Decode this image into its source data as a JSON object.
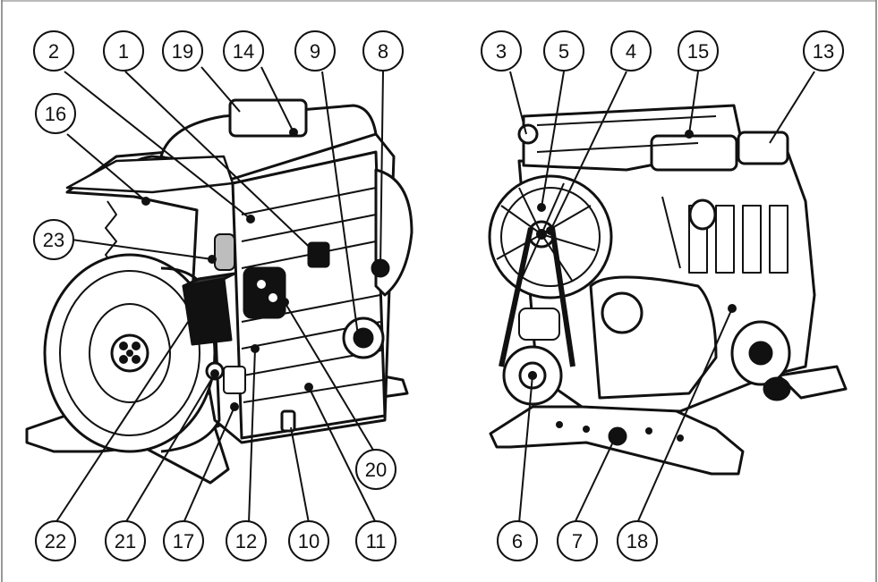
{
  "callouts_left": [
    "2",
    "1",
    "19",
    "14",
    "9",
    "8",
    "16",
    "23",
    "22",
    "21",
    "17",
    "12",
    "10",
    "11",
    "20"
  ],
  "callouts_right": [
    "3",
    "5",
    "4",
    "15",
    "13",
    "6",
    "7",
    "18"
  ],
  "colors": {
    "ink": "#111111",
    "paper": "#ffffff",
    "shade": "#bdbdbd"
  }
}
